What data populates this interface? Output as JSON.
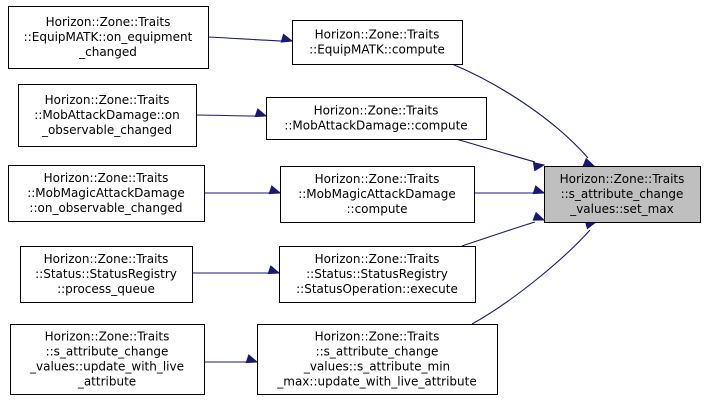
{
  "colors": {
    "edge": "#191970",
    "node_border": "#000000",
    "node_fill": "#ffffff",
    "highlight_fill": "#bfbfbf"
  },
  "nodes": [
    {
      "id": "n1",
      "lines": [
        "Horizon::Zone::Traits",
        "::EquipMATK::on_equipment",
        "_changed"
      ],
      "highlight": false
    },
    {
      "id": "n2",
      "lines": [
        "Horizon::Zone::Traits",
        "::EquipMATK::compute"
      ],
      "highlight": false
    },
    {
      "id": "n3",
      "lines": [
        "Horizon::Zone::Traits",
        "::MobAttackDamage::on",
        "_observable_changed"
      ],
      "highlight": false
    },
    {
      "id": "n4",
      "lines": [
        "Horizon::Zone::Traits",
        "::MobAttackDamage::compute"
      ],
      "highlight": false
    },
    {
      "id": "n5",
      "lines": [
        "Horizon::Zone::Traits",
        "::MobMagicAttackDamage",
        "::on_observable_changed"
      ],
      "highlight": false
    },
    {
      "id": "n6",
      "lines": [
        "Horizon::Zone::Traits",
        "::MobMagicAttackDamage",
        "::compute"
      ],
      "highlight": false
    },
    {
      "id": "n7",
      "lines": [
        "Horizon::Zone::Traits",
        "::Status::StatusRegistry",
        "::process_queue"
      ],
      "highlight": false
    },
    {
      "id": "n8",
      "lines": [
        "Horizon::Zone::Traits",
        "::Status::StatusRegistry",
        "::StatusOperation::execute"
      ],
      "highlight": false
    },
    {
      "id": "n9",
      "lines": [
        "Horizon::Zone::Traits",
        "::s_attribute_change",
        "_values::update_with_live",
        "_attribute"
      ],
      "highlight": false
    },
    {
      "id": "n10",
      "lines": [
        "Horizon::Zone::Traits",
        "::s_attribute_change",
        "_values::s_attribute_min",
        "_max::update_with_live_attribute"
      ],
      "highlight": false
    },
    {
      "id": "n11",
      "lines": [
        "Horizon::Zone::Traits",
        "::s_attribute_change",
        "_values::set_max"
      ],
      "highlight": true
    }
  ],
  "edges": [
    {
      "from": "n1",
      "to": "n2"
    },
    {
      "from": "n2",
      "to": "n11"
    },
    {
      "from": "n3",
      "to": "n4"
    },
    {
      "from": "n4",
      "to": "n11"
    },
    {
      "from": "n5",
      "to": "n6"
    },
    {
      "from": "n6",
      "to": "n11"
    },
    {
      "from": "n7",
      "to": "n8"
    },
    {
      "from": "n8",
      "to": "n11"
    },
    {
      "from": "n9",
      "to": "n10"
    },
    {
      "from": "n10",
      "to": "n11"
    }
  ]
}
